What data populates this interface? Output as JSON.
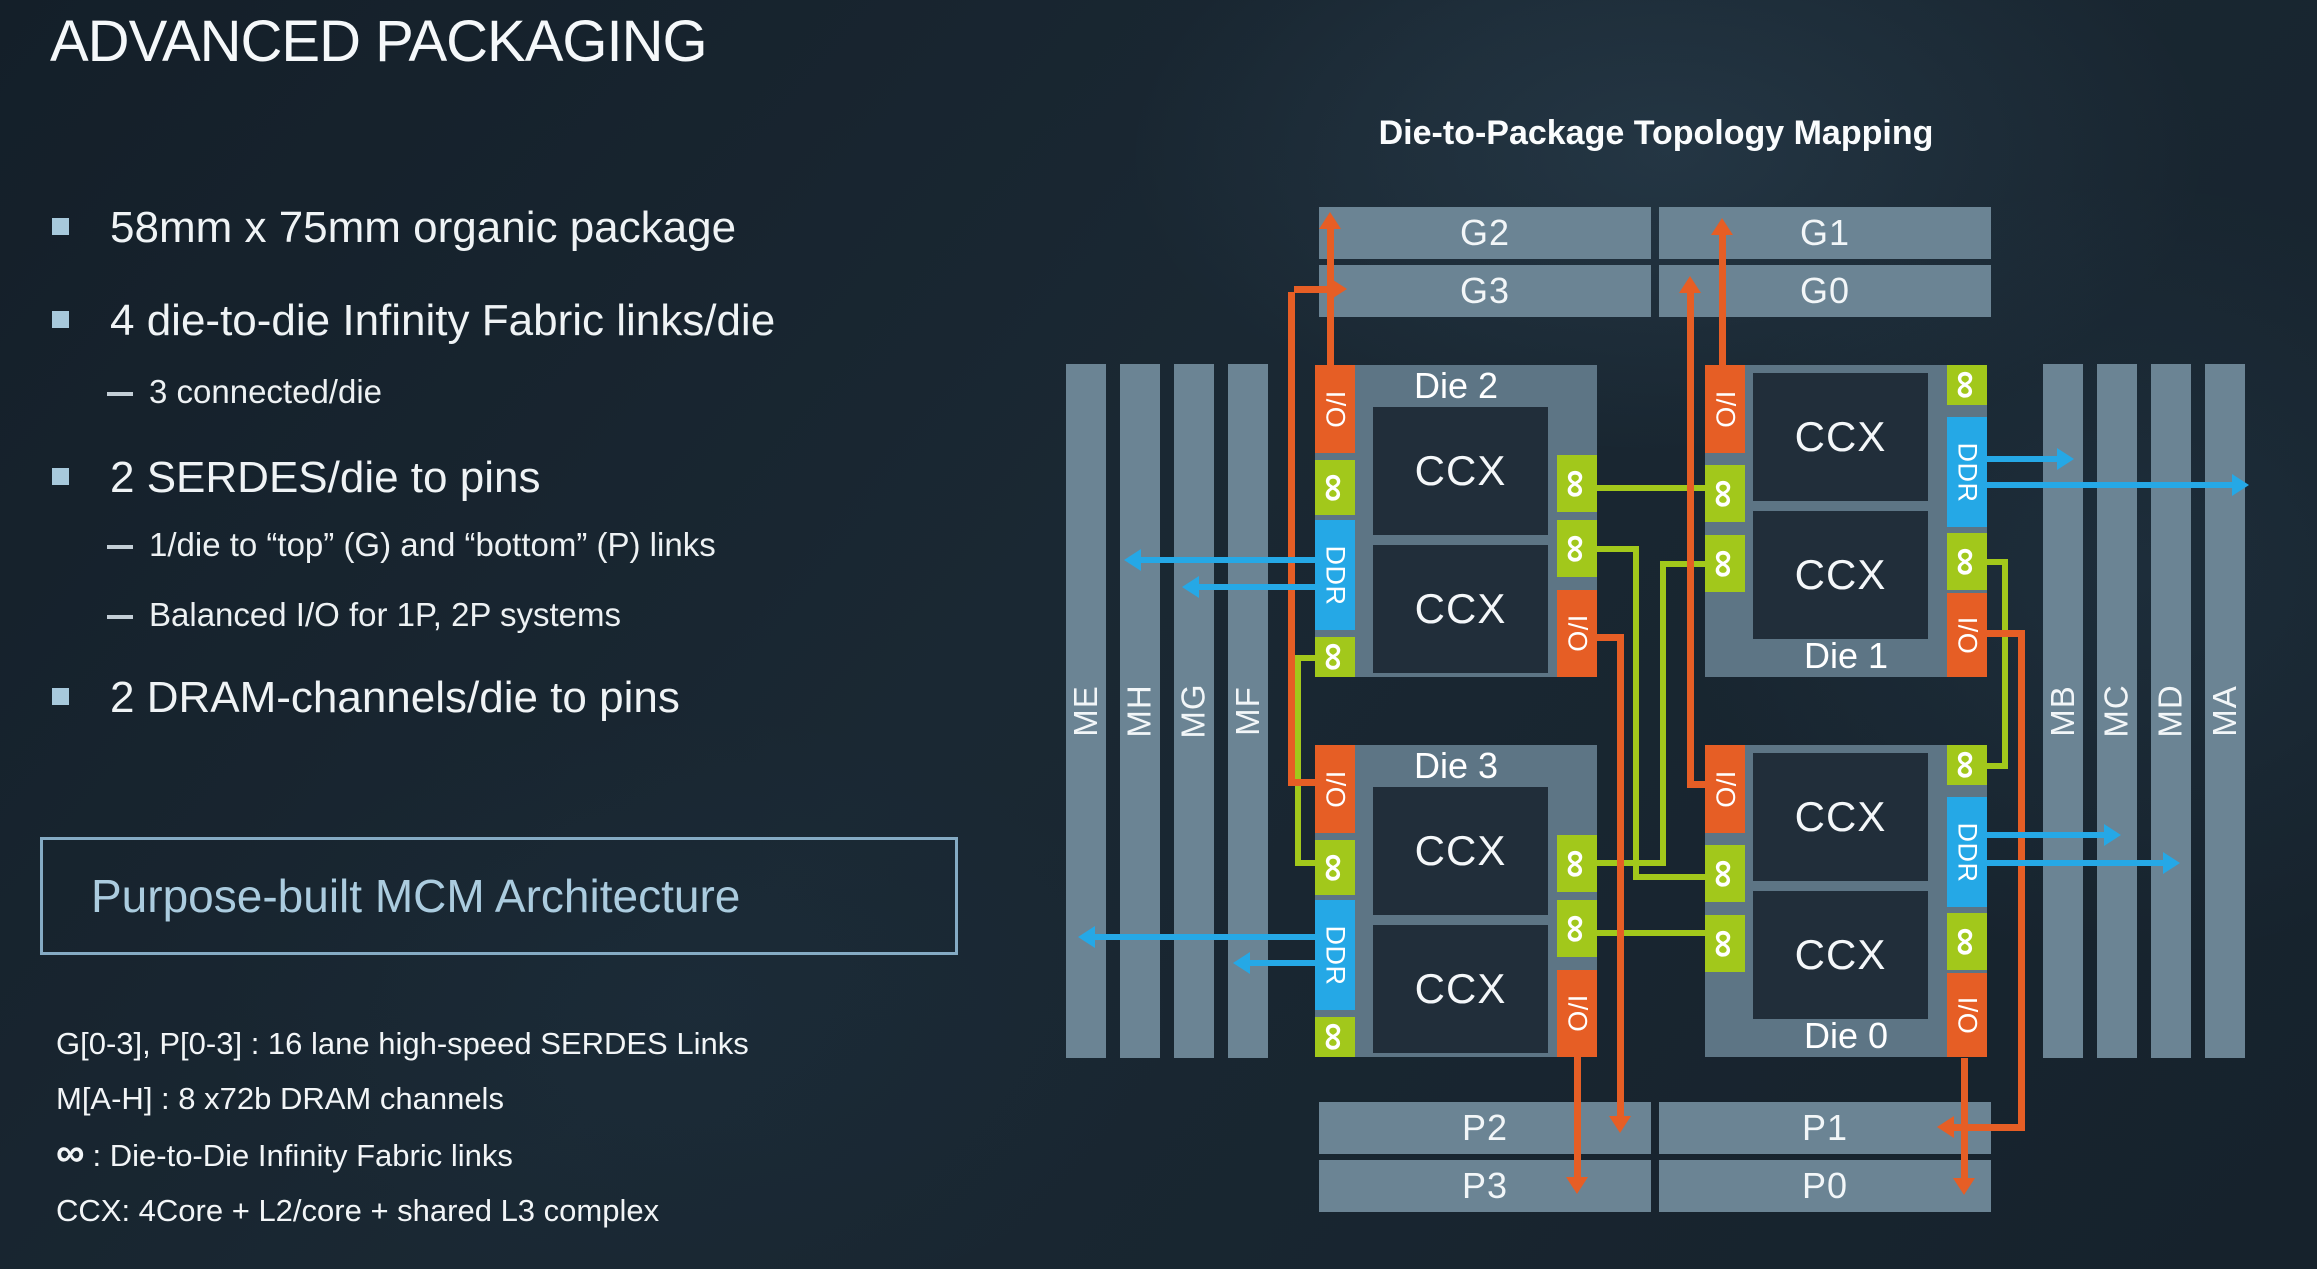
{
  "colors": {
    "orange_serdes": "#E65E25",
    "green_fabric": "#A2C81B",
    "blue_ddr": "#25A8E6",
    "bar_slate": "#6B8494",
    "die_slate": "#5D7585",
    "ccx_dark": "#212E3A",
    "bullet_marker": "#A7C9DC",
    "callout_border": "#85ABC4",
    "callout_text": "#ABCCDF"
  },
  "header": {
    "title": "ADVANCED PACKAGING"
  },
  "bullets": [
    {
      "level": 1,
      "text": "58mm x 75mm organic package"
    },
    {
      "level": 1,
      "text": "4 die-to-die Infinity Fabric links/die"
    },
    {
      "level": 2,
      "text": "3 connected/die"
    },
    {
      "level": 1,
      "text": "2 SERDES/die to pins"
    },
    {
      "level": 2,
      "text": "1/die to “top” (G) and “bottom” (P) links"
    },
    {
      "level": 2,
      "text": "Balanced I/O for 1P, 2P systems"
    },
    {
      "level": 1,
      "text": "2 DRAM-channels/die to pins"
    }
  ],
  "callout": {
    "text": "Purpose-built MCM Architecture"
  },
  "legend": {
    "line1": "G[0-3], P[0-3] : 16 lane high-speed SERDES Links",
    "line2": "M[A-H] : 8 x72b DRAM channels",
    "line3_icon": "∞",
    "line3": ": Die-to-Die Infinity Fabric links",
    "line4": "CCX: 4Core + L2/core + shared L3 complex"
  },
  "diagram": {
    "title": "Die-to-Package Topology Mapping",
    "top_links": {
      "left": [
        "G2",
        "G3"
      ],
      "right": [
        "G1",
        "G0"
      ]
    },
    "bottom_links": {
      "left": [
        "P2",
        "P3"
      ],
      "right": [
        "P1",
        "P0"
      ]
    },
    "dram_left": [
      "ME",
      "MH",
      "MG",
      "MF"
    ],
    "dram_right": [
      "MB",
      "MC",
      "MD",
      "MA"
    ],
    "labels": {
      "io": "I/O",
      "ddr": "DDR",
      "infinity": "∞",
      "ccx": "CCX"
    },
    "dies": {
      "die2": "Die 2",
      "die1": "Die 1",
      "die3": "Die 3",
      "die0": "Die 0"
    }
  }
}
